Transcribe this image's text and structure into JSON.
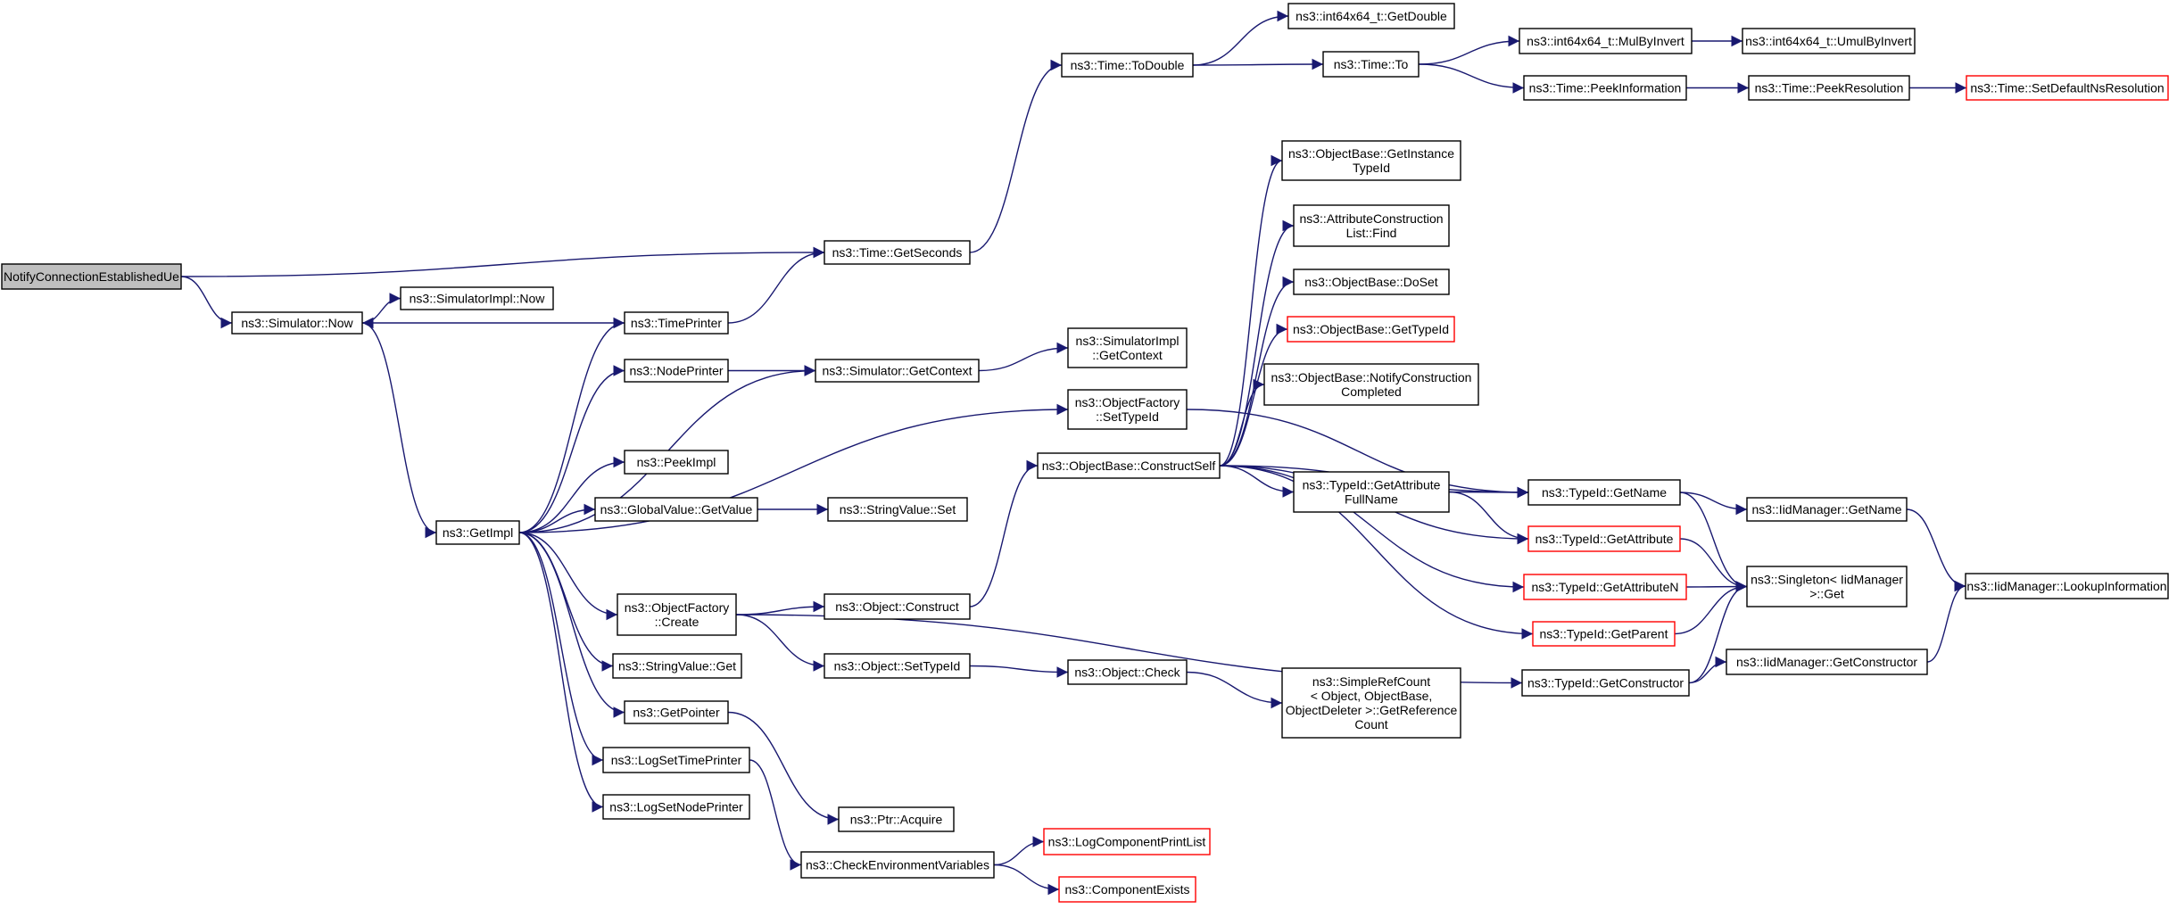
{
  "colors": {
    "edge": "#191970",
    "border": "#000000",
    "truncated_border": "#ff0000",
    "root_fill": "#bfbfbf",
    "background": "#ffffff"
  },
  "nodes": [
    {
      "id": "root",
      "lines": [
        "NotifyConnectionEstablishedUe"
      ],
      "root": true
    },
    {
      "id": "simnow",
      "lines": [
        "ns3::Simulator::Now"
      ]
    },
    {
      "id": "simimplnow",
      "lines": [
        "ns3::SimulatorImpl::Now"
      ]
    },
    {
      "id": "getimpl",
      "lines": [
        "ns3::GetImpl"
      ]
    },
    {
      "id": "timeprinter",
      "lines": [
        "ns3::TimePrinter"
      ]
    },
    {
      "id": "nodeprinter",
      "lines": [
        "ns3::NodePrinter"
      ]
    },
    {
      "id": "peekimpl",
      "lines": [
        "ns3::PeekImpl"
      ]
    },
    {
      "id": "gvgetvalue",
      "lines": [
        "ns3::GlobalValue::GetValue"
      ]
    },
    {
      "id": "ofcreate",
      "lines": [
        "ns3::ObjectFactory",
        "::Create"
      ]
    },
    {
      "id": "svget",
      "lines": [
        "ns3::StringValue::Get"
      ]
    },
    {
      "id": "getpointer",
      "lines": [
        "ns3::GetPointer"
      ]
    },
    {
      "id": "logsettp",
      "lines": [
        "ns3::LogSetTimePrinter"
      ]
    },
    {
      "id": "logsetnp",
      "lines": [
        "ns3::LogSetNodePrinter"
      ]
    },
    {
      "id": "timegetsec",
      "lines": [
        "ns3::Time::GetSeconds"
      ]
    },
    {
      "id": "simgetctx",
      "lines": [
        "ns3::Simulator::GetContext"
      ]
    },
    {
      "id": "svset",
      "lines": [
        "ns3::StringValue::Set"
      ]
    },
    {
      "id": "objconstruct",
      "lines": [
        "ns3::Object::Construct"
      ]
    },
    {
      "id": "objsettid",
      "lines": [
        "ns3::Object::SetTypeId"
      ]
    },
    {
      "id": "ptracquire",
      "lines": [
        "ns3::Ptr::Acquire"
      ]
    },
    {
      "id": "checkenv",
      "lines": [
        "ns3::CheckEnvironmentVariables"
      ]
    },
    {
      "id": "timetodouble",
      "lines": [
        "ns3::Time::ToDouble"
      ]
    },
    {
      "id": "simimplgetctx",
      "lines": [
        "ns3::SimulatorImpl",
        "::GetContext"
      ]
    },
    {
      "id": "ofsettid",
      "lines": [
        "ns3::ObjectFactory",
        "::SetTypeId"
      ]
    },
    {
      "id": "obconstructself",
      "lines": [
        "ns3::ObjectBase::ConstructSelf"
      ]
    },
    {
      "id": "objcheck",
      "lines": [
        "ns3::Object::Check"
      ]
    },
    {
      "id": "logcompprint",
      "lines": [
        "ns3::LogComponentPrintList"
      ],
      "truncated": true
    },
    {
      "id": "compexists",
      "lines": [
        "ns3::ComponentExists"
      ],
      "truncated": true
    },
    {
      "id": "i64getdouble",
      "lines": [
        "ns3::int64x64_t::GetDouble"
      ]
    },
    {
      "id": "timeto",
      "lines": [
        "ns3::Time::To"
      ]
    },
    {
      "id": "obgetinst",
      "lines": [
        "ns3::ObjectBase::GetInstance",
        "TypeId"
      ]
    },
    {
      "id": "acfind",
      "lines": [
        "ns3::AttributeConstruction",
        "List::Find"
      ]
    },
    {
      "id": "obdoset",
      "lines": [
        "ns3::ObjectBase::DoSet"
      ]
    },
    {
      "id": "obgettid",
      "lines": [
        "ns3::ObjectBase::GetTypeId"
      ],
      "truncated": true
    },
    {
      "id": "obnotify",
      "lines": [
        "ns3::ObjectBase::NotifyConstruction",
        "Completed"
      ]
    },
    {
      "id": "tidgetattrfull",
      "lines": [
        "ns3::TypeId::GetAttribute",
        "FullName"
      ]
    },
    {
      "id": "simplerefcount",
      "lines": [
        "ns3::SimpleRefCount",
        "< Object, ObjectBase,",
        "ObjectDeleter >::GetReference",
        "Count"
      ]
    },
    {
      "id": "i64mulbyinv",
      "lines": [
        "ns3::int64x64_t::MulByInvert"
      ]
    },
    {
      "id": "timepeekinfo",
      "lines": [
        "ns3::Time::PeekInformation"
      ]
    },
    {
      "id": "tidgetname",
      "lines": [
        "ns3::TypeId::GetName"
      ]
    },
    {
      "id": "tidgetattr",
      "lines": [
        "ns3::TypeId::GetAttribute"
      ],
      "truncated": true
    },
    {
      "id": "tidgetattrn",
      "lines": [
        "ns3::TypeId::GetAttributeN"
      ],
      "truncated": true
    },
    {
      "id": "tidgetparent",
      "lines": [
        "ns3::TypeId::GetParent"
      ],
      "truncated": true
    },
    {
      "id": "tidgetctor",
      "lines": [
        "ns3::TypeId::GetConstructor"
      ]
    },
    {
      "id": "i64umulbyinv",
      "lines": [
        "ns3::int64x64_t::UmulByInvert"
      ]
    },
    {
      "id": "timepeekres",
      "lines": [
        "ns3::Time::PeekResolution"
      ]
    },
    {
      "id": "iidmgetname",
      "lines": [
        "ns3::IidManager::GetName"
      ]
    },
    {
      "id": "singletonget",
      "lines": [
        "ns3::Singleton< IidManager",
        ">::Get"
      ]
    },
    {
      "id": "iidmgetctor",
      "lines": [
        "ns3::IidManager::GetConstructor"
      ]
    },
    {
      "id": "timesetdefns",
      "lines": [
        "ns3::Time::SetDefaultNsResolution"
      ],
      "truncated": true
    },
    {
      "id": "iidmlookup",
      "lines": [
        "ns3::IidManager::LookupInformation"
      ]
    }
  ],
  "edges": [
    [
      "root",
      "simnow"
    ],
    [
      "root",
      "timegetsec"
    ],
    [
      "simnow",
      "simimplnow"
    ],
    [
      "simnow",
      "getimpl"
    ],
    [
      "timeprinter",
      "simnow"
    ],
    [
      "timeprinter",
      "timegetsec"
    ],
    [
      "getimpl",
      "timeprinter"
    ],
    [
      "getimpl",
      "nodeprinter"
    ],
    [
      "getimpl",
      "simgetctx"
    ],
    [
      "getimpl",
      "peekimpl"
    ],
    [
      "getimpl",
      "gvgetvalue"
    ],
    [
      "getimpl",
      "ofsettid"
    ],
    [
      "getimpl",
      "ofcreate"
    ],
    [
      "getimpl",
      "svget"
    ],
    [
      "getimpl",
      "getpointer"
    ],
    [
      "getimpl",
      "logsettp"
    ],
    [
      "getimpl",
      "logsetnp"
    ],
    [
      "nodeprinter",
      "simgetctx"
    ],
    [
      "simgetctx",
      "simimplgetctx"
    ],
    [
      "gvgetvalue",
      "svset"
    ],
    [
      "ofcreate",
      "objconstruct"
    ],
    [
      "ofcreate",
      "objsettid"
    ],
    [
      "ofcreate",
      "tidgetctor"
    ],
    [
      "getpointer",
      "ptracquire"
    ],
    [
      "logsettp",
      "checkenv"
    ],
    [
      "checkenv",
      "logcompprint"
    ],
    [
      "checkenv",
      "compexists"
    ],
    [
      "timegetsec",
      "timetodouble"
    ],
    [
      "timetodouble",
      "i64getdouble"
    ],
    [
      "timetodouble",
      "timeto"
    ],
    [
      "timeto",
      "i64mulbyinv"
    ],
    [
      "timeto",
      "timepeekinfo"
    ],
    [
      "i64mulbyinv",
      "i64umulbyinv"
    ],
    [
      "timepeekinfo",
      "timepeekres"
    ],
    [
      "timepeekres",
      "timesetdefns"
    ],
    [
      "ofsettid",
      "tidgetname"
    ],
    [
      "objconstruct",
      "obconstructself"
    ],
    [
      "objsettid",
      "objcheck"
    ],
    [
      "objcheck",
      "simplerefcount"
    ],
    [
      "obconstructself",
      "obgetinst"
    ],
    [
      "obconstructself",
      "acfind"
    ],
    [
      "obconstructself",
      "obdoset"
    ],
    [
      "obconstructself",
      "obgettid"
    ],
    [
      "obconstructself",
      "obnotify"
    ],
    [
      "obconstructself",
      "tidgetname"
    ],
    [
      "obconstructself",
      "tidgetattrfull"
    ],
    [
      "obconstructself",
      "tidgetattr"
    ],
    [
      "obconstructself",
      "tidgetattrn"
    ],
    [
      "obconstructself",
      "tidgetparent"
    ],
    [
      "tidgetattrfull",
      "tidgetname"
    ],
    [
      "tidgetattrfull",
      "tidgetattr"
    ],
    [
      "tidgetname",
      "iidmgetname"
    ],
    [
      "tidgetname",
      "singletonget"
    ],
    [
      "tidgetattr",
      "singletonget"
    ],
    [
      "tidgetattrn",
      "singletonget"
    ],
    [
      "tidgetparent",
      "singletonget"
    ],
    [
      "tidgetctor",
      "singletonget"
    ],
    [
      "tidgetctor",
      "iidmgetctor"
    ],
    [
      "iidmgetname",
      "iidmlookup"
    ],
    [
      "iidmgetctor",
      "iidmlookup"
    ]
  ]
}
